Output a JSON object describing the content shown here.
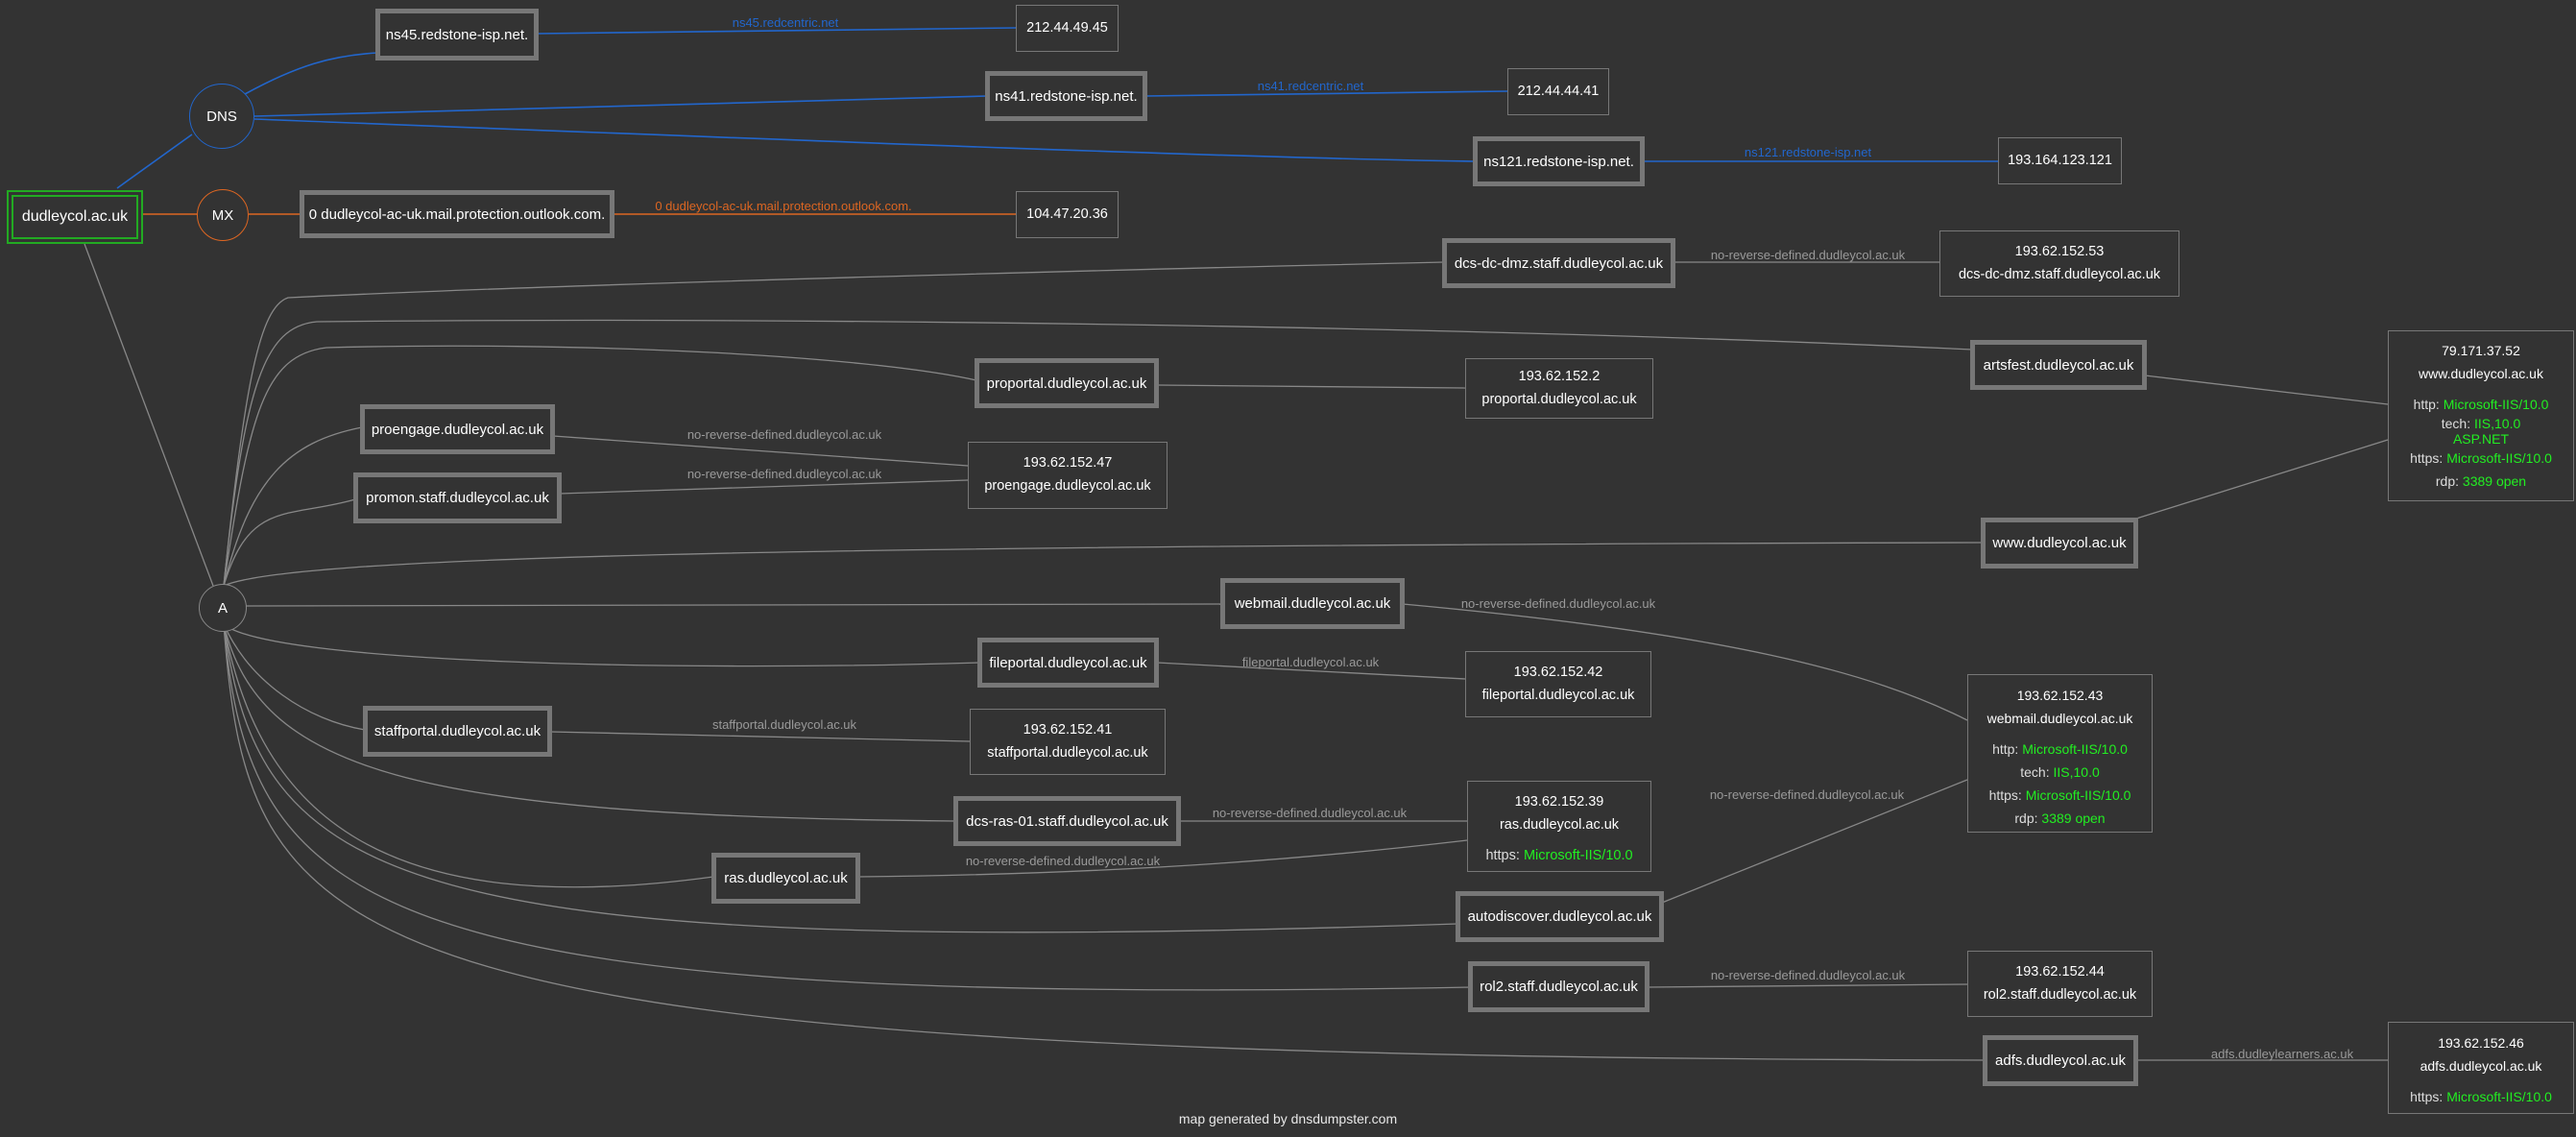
{
  "colors": {
    "background": "#333333",
    "dns": "#2266cc",
    "mx": "#dd6622",
    "a_record": "#888888",
    "root": "#22aa22",
    "tech_value": "#22ee22"
  },
  "root": "dudleycol.ac.uk",
  "hubs": {
    "dns": "DNS",
    "mx": "MX",
    "a": "A"
  },
  "dns_records": [
    {
      "host": "ns45.redstone-isp.net.",
      "ptr": "ns45.redcentric.net",
      "ip": "212.44.49.45"
    },
    {
      "host": "ns41.redstone-isp.net.",
      "ptr": "ns41.redcentric.net",
      "ip": "212.44.44.41"
    },
    {
      "host": "ns121.redstone-isp.net.",
      "ptr": "ns121.redstone-isp.net",
      "ip": "193.164.123.121"
    }
  ],
  "mx_records": [
    {
      "host": "0 dudleycol-ac-uk.mail.protection.outlook.com.",
      "ptr": "0 dudleycol-ac-uk.mail.protection.outlook.com.",
      "ip": "104.47.20.36"
    }
  ],
  "a_hosts": [
    "dcs-dc-dmz.staff.dudleycol.ac.uk",
    "artsfest.dudleycol.ac.uk",
    "proportal.dudleycol.ac.uk",
    "proengage.dudleycol.ac.uk",
    "promon.staff.dudleycol.ac.uk",
    "www.dudleycol.ac.uk",
    "webmail.dudleycol.ac.uk",
    "fileportal.dudleycol.ac.uk",
    "staffportal.dudleycol.ac.uk",
    "dcs-ras-01.staff.dudleycol.ac.uk",
    "ras.dudleycol.ac.uk",
    "autodiscover.dudleycol.ac.uk",
    "rol2.staff.dudleycol.ac.uk",
    "adfs.dudleycol.ac.uk"
  ],
  "ip_nodes": [
    {
      "ip": "193.62.152.53",
      "ptr": "dcs-dc-dmz.staff.dudleycol.ac.uk",
      "services": []
    },
    {
      "ip": "79.171.37.52",
      "ptr": "www.dudleycol.ac.uk",
      "services": [
        {
          "k": "http:",
          "v": [
            "Microsoft-IIS/10.0"
          ]
        },
        {
          "k": "tech:",
          "v": [
            "IIS,10.0",
            "ASP.NET"
          ]
        },
        {
          "k": "https:",
          "v": [
            "Microsoft-IIS/10.0"
          ]
        },
        {
          "k": "rdp:",
          "v": [
            "3389 open"
          ]
        }
      ]
    },
    {
      "ip": "193.62.152.2",
      "ptr": "proportal.dudleycol.ac.uk",
      "services": []
    },
    {
      "ip": "193.62.152.47",
      "ptr": "proengage.dudleycol.ac.uk",
      "services": []
    },
    {
      "ip": "193.62.152.42",
      "ptr": "fileportal.dudleycol.ac.uk",
      "services": []
    },
    {
      "ip": "193.62.152.43",
      "ptr": "webmail.dudleycol.ac.uk",
      "services": [
        {
          "k": "http:",
          "v": [
            "Microsoft-IIS/10.0"
          ]
        },
        {
          "k": "tech:",
          "v": [
            "IIS,10.0"
          ]
        },
        {
          "k": "https:",
          "v": [
            "Microsoft-IIS/10.0"
          ]
        },
        {
          "k": "rdp:",
          "v": [
            "3389 open"
          ]
        }
      ]
    },
    {
      "ip": "193.62.152.41",
      "ptr": "staffportal.dudleycol.ac.uk",
      "services": []
    },
    {
      "ip": "193.62.152.39",
      "ptr": "ras.dudleycol.ac.uk",
      "services": [
        {
          "k": "https:",
          "v": [
            "Microsoft-IIS/10.0"
          ]
        }
      ]
    },
    {
      "ip": "193.62.152.44",
      "ptr": "rol2.staff.dudleycol.ac.uk",
      "services": []
    },
    {
      "ip": "193.62.152.46",
      "ptr": "adfs.dudleycol.ac.uk",
      "services": [
        {
          "k": "https:",
          "v": [
            "Microsoft-IIS/10.0"
          ]
        }
      ]
    }
  ],
  "edge_labels": [
    "no-reverse-defined.dudleycol.ac.uk",
    "no-reverse-defined.dudleycol.ac.uk",
    "no-reverse-defined.dudleycol.ac.uk",
    "no-reverse-defined.dudleycol.ac.uk",
    "fileportal.dudleycol.ac.uk",
    "staffportal.dudleycol.ac.uk",
    "no-reverse-defined.dudleycol.ac.uk",
    "no-reverse-defined.dudleycol.ac.uk",
    "no-reverse-defined.dudleycol.ac.uk",
    "no-reverse-defined.dudleycol.ac.uk",
    "adfs.dudleylearners.ac.uk"
  ],
  "footer": "map generated by dnsdumpster.com"
}
